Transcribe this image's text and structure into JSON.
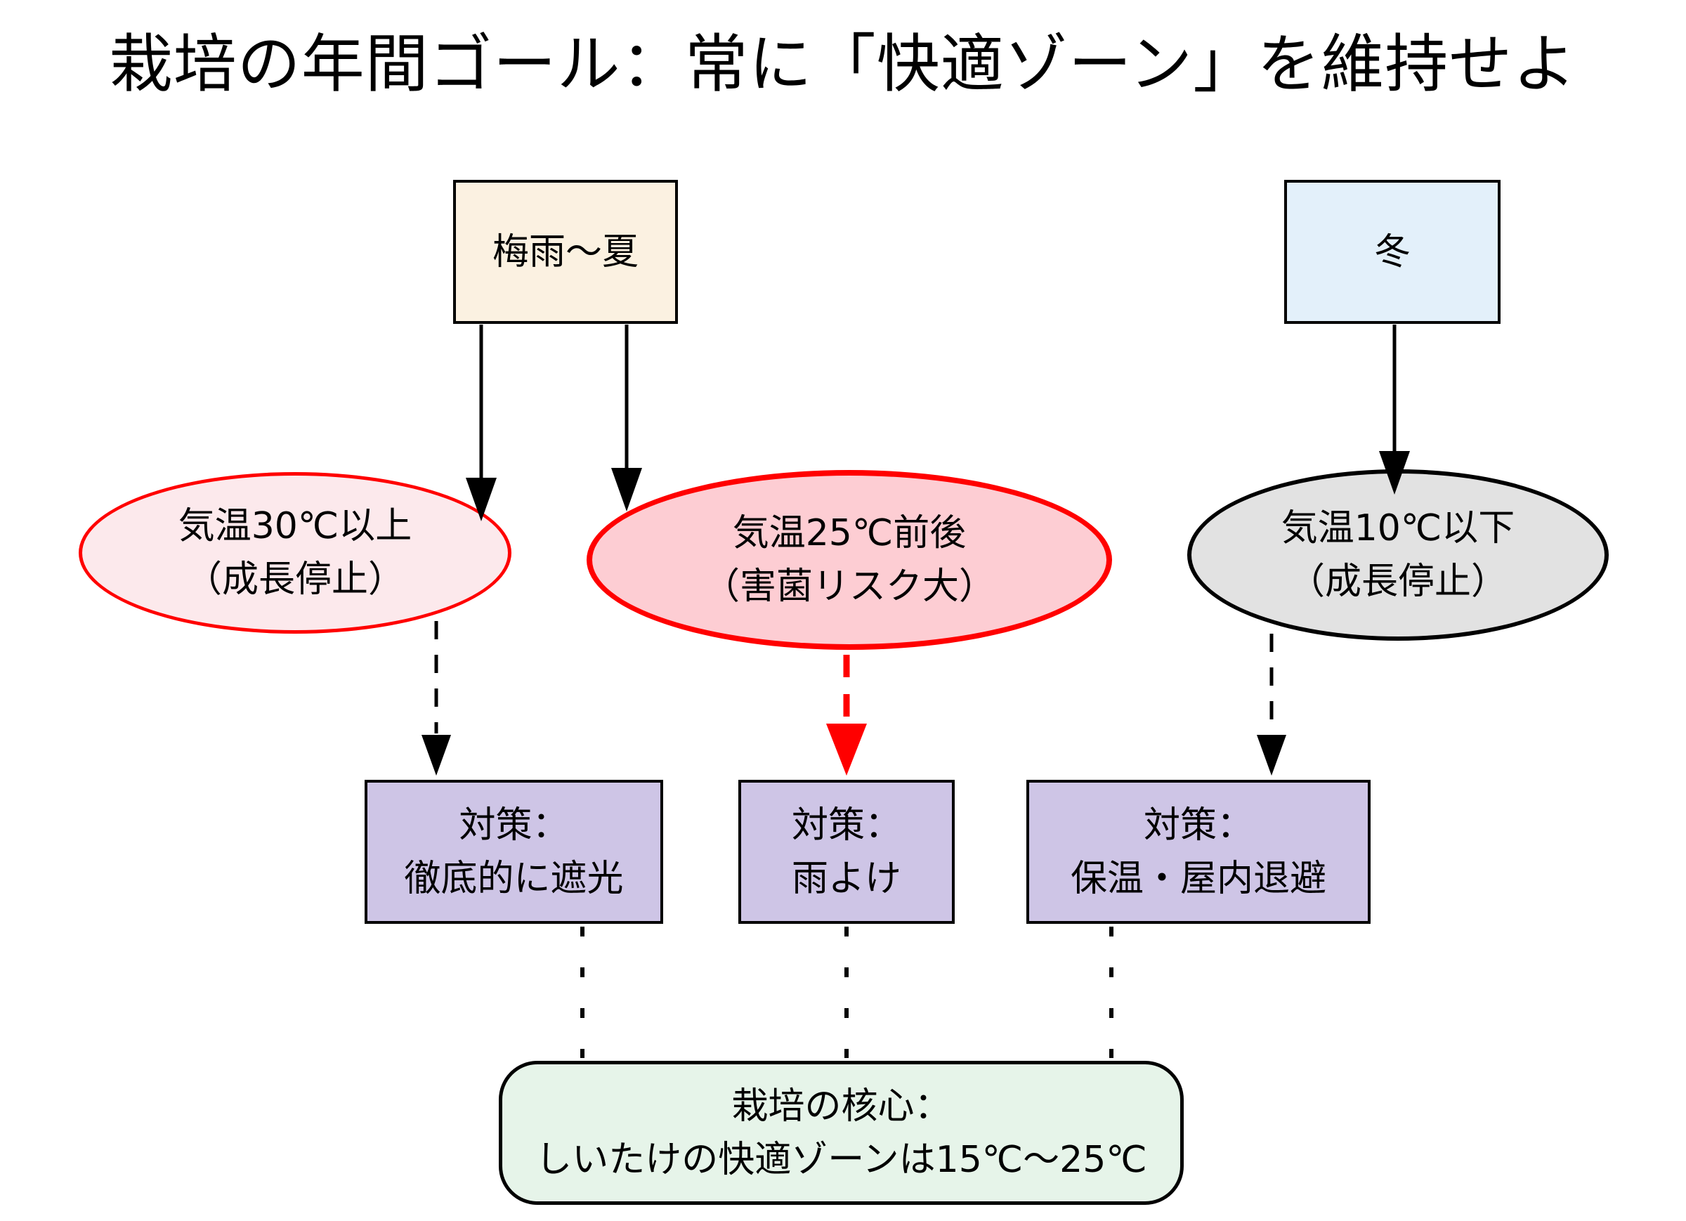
{
  "title": "栽培の年間ゴール：常に「快適ゾーン」を維持せよ",
  "colors": {
    "red": "#FF0000",
    "black": "#000000"
  },
  "nodes": {
    "rainy_summer": {
      "label": "梅雨〜夏",
      "fill": "#FBF1E1",
      "stroke": "#000000"
    },
    "winter": {
      "label": "冬",
      "fill": "#E3F0FA",
      "stroke": "#000000"
    },
    "over30": {
      "line1": "気温30℃以上",
      "line2": "（成長停止）",
      "fill": "#FCE9EC",
      "stroke": "#FF0000"
    },
    "around25": {
      "line1": "気温25℃前後",
      "line2": "（害菌リスク大）",
      "fill": "#FDCDD3",
      "stroke": "#FF0000"
    },
    "under10": {
      "line1": "気温10℃以下",
      "line2": "（成長停止）",
      "fill": "#E2E2E2",
      "stroke": "#000000"
    },
    "measure_shade": {
      "line1": "対策：",
      "line2": "徹底的に遮光",
      "fill": "#CEC5E6",
      "stroke": "#000000"
    },
    "measure_rain": {
      "line1": "対策：",
      "line2": "雨よけ",
      "fill": "#CEC5E6",
      "stroke": "#000000"
    },
    "measure_warm": {
      "line1": "対策：",
      "line2": "保温・屋内退避",
      "fill": "#CEC5E6",
      "stroke": "#000000"
    },
    "core": {
      "line1": "栽培の核心：",
      "line2": "しいたけの快適ゾーンは15℃〜25℃",
      "fill": "#E6F4E9",
      "stroke": "#000000"
    }
  }
}
